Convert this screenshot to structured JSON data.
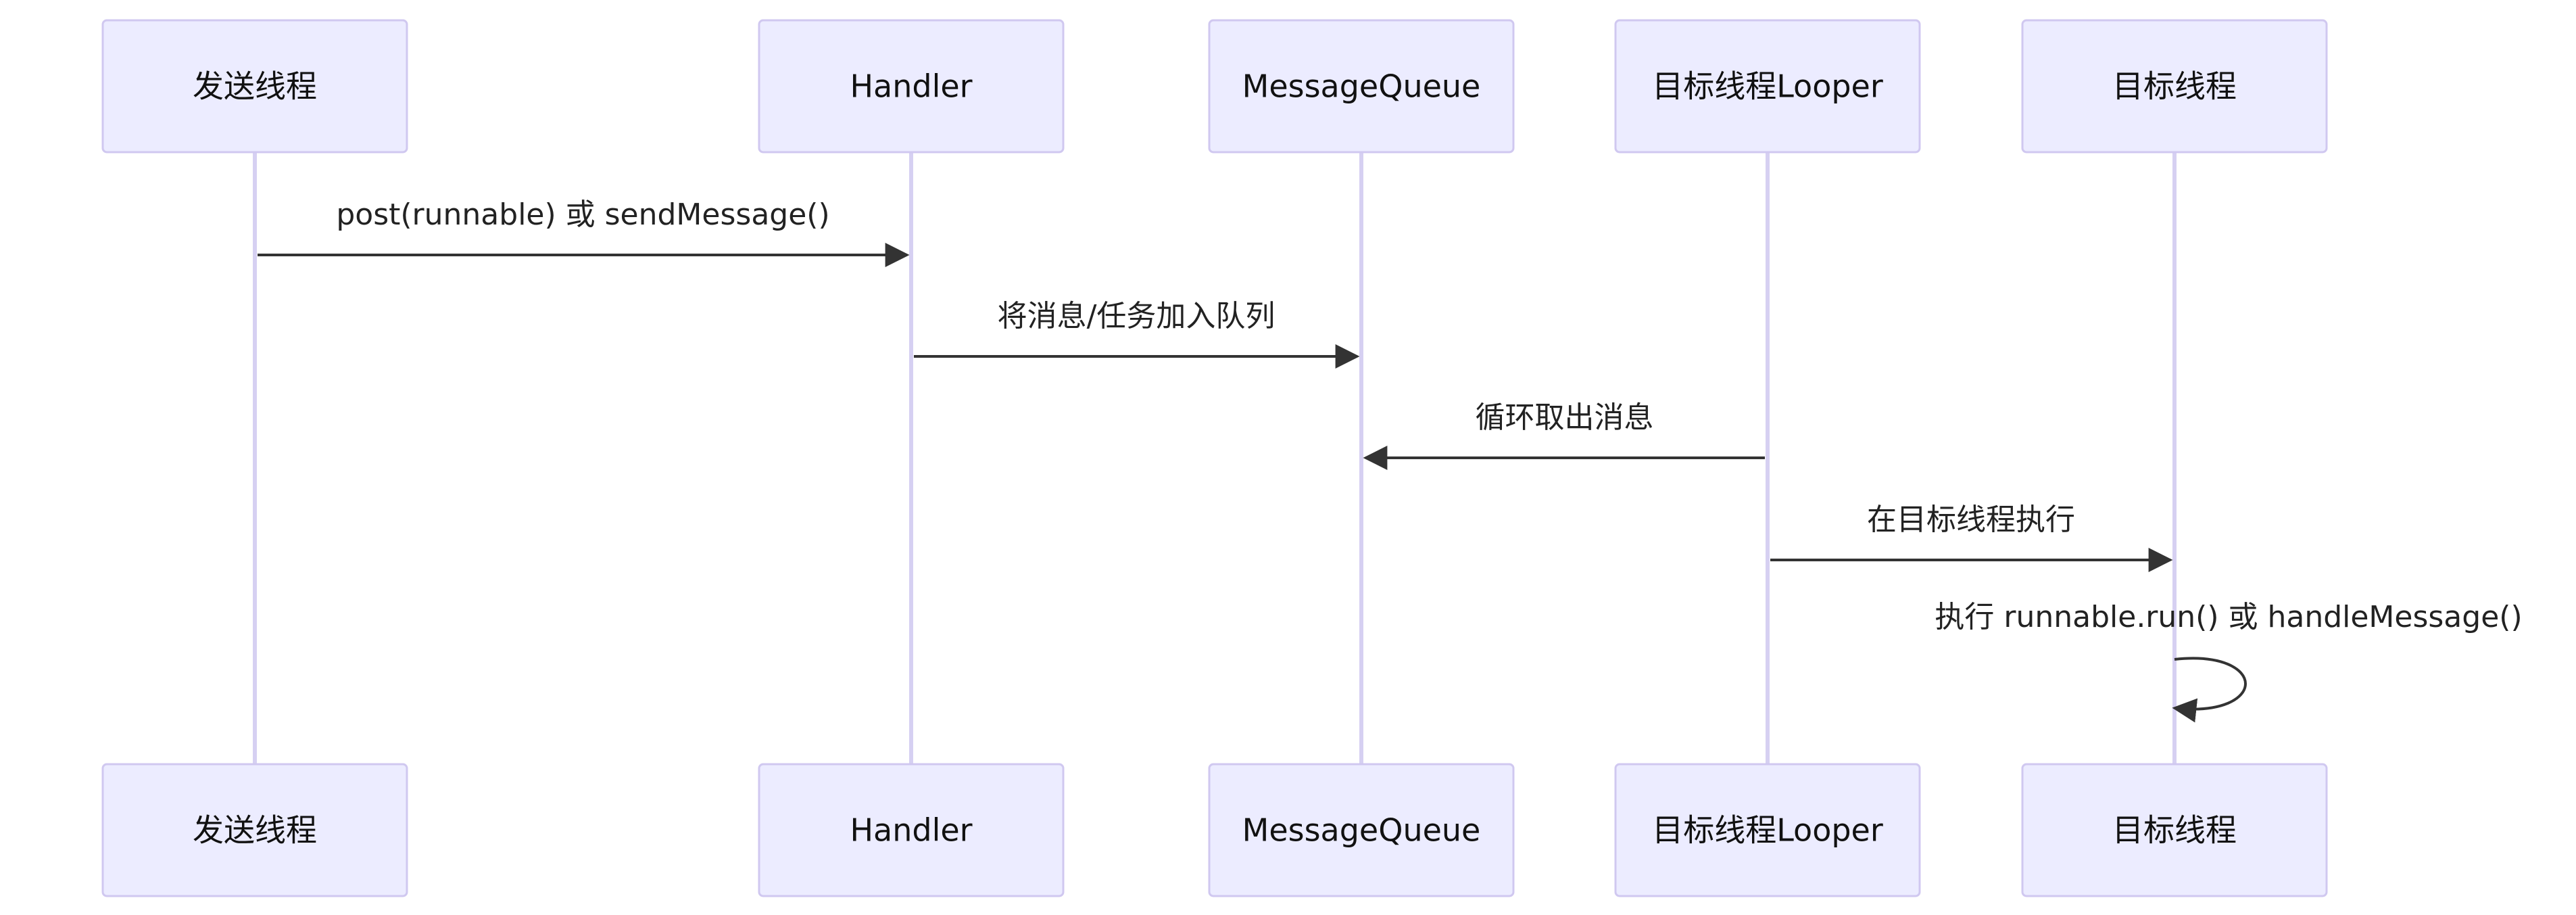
{
  "actors": [
    {
      "id": "sender",
      "label": "发送线程"
    },
    {
      "id": "handler",
      "label": "Handler"
    },
    {
      "id": "queue",
      "label": "MessageQueue"
    },
    {
      "id": "looper",
      "label": "目标线程Looper"
    },
    {
      "id": "target",
      "label": "目标线程"
    }
  ],
  "messages": [
    {
      "from": "sender",
      "to": "handler",
      "label": "post(runnable) 或 sendMessage()"
    },
    {
      "from": "handler",
      "to": "queue",
      "label": "将消息/任务加入队列"
    },
    {
      "from": "looper",
      "to": "queue",
      "label": "循环取出消息"
    },
    {
      "from": "looper",
      "to": "target",
      "label": "在目标线程执行"
    },
    {
      "from": "target",
      "to": "target",
      "label": "执行 runnable.run() 或 handleMessage()"
    }
  ]
}
